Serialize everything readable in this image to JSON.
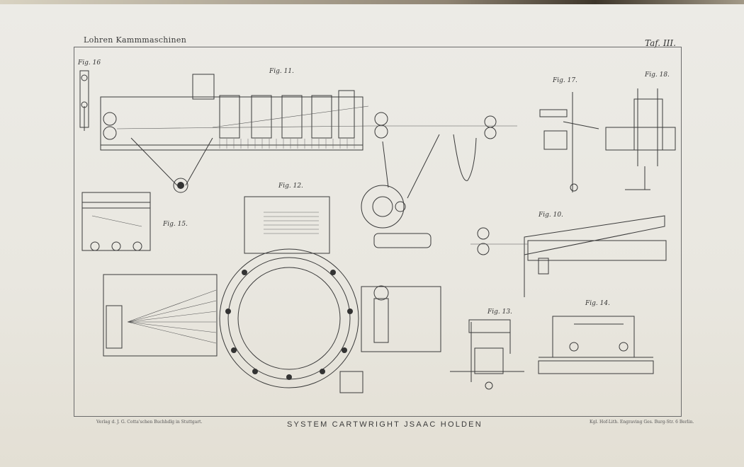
{
  "plate": {
    "header_left": "Lohren Kammmaschinen",
    "header_right": "Taf. III.",
    "title": "SYSTEM CARTWRIGHT JSAAC HOLDEN",
    "credit_left": "Verlag d. J. G. Cotta'schen Buchhdlg in Stuttgart.",
    "credit_right": "Kgl. Hof-Lith. Engraving Ges. Burg-Str. 6 Berlin."
  },
  "figures": {
    "fig10": "Fig. 10.",
    "fig11": "Fig. 11.",
    "fig12": "Fig. 12.",
    "fig13": "Fig. 13.",
    "fig14": "Fig. 14.",
    "fig15": "Fig. 15.",
    "fig16": "Fig. 16",
    "fig17": "Fig. 17.",
    "fig18": "Fig. 18."
  },
  "colors": {
    "paper": "#ebe9e2",
    "ink": "#3a3a3a"
  }
}
